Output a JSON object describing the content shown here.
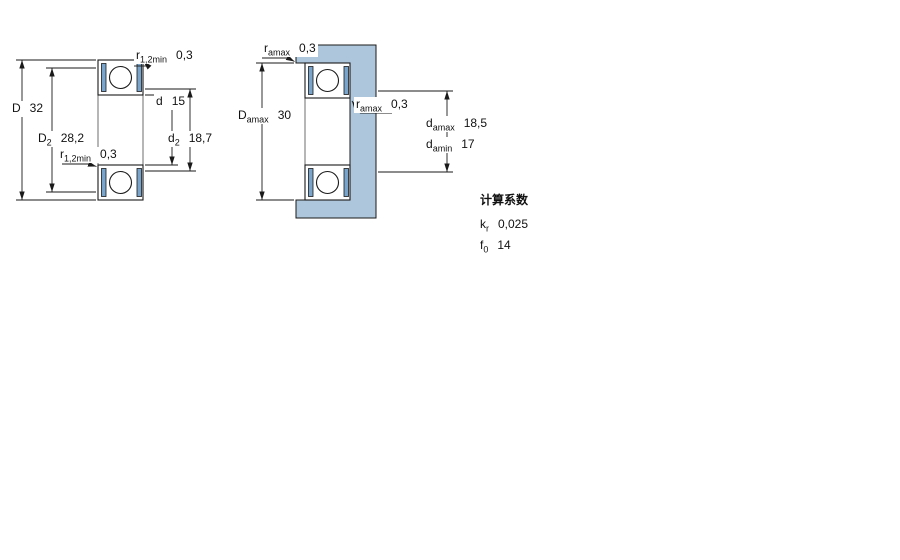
{
  "drawing": {
    "left_view": {
      "r_top": {
        "base": "r",
        "sub": "1,2min",
        "value": "0,3"
      },
      "D": {
        "base": "D",
        "sub": "",
        "value": "32"
      },
      "D2": {
        "base": "D",
        "sub": "2",
        "value": "28,2"
      },
      "r_bottom": {
        "base": "r",
        "sub": "1,2min",
        "value": "0,3"
      },
      "d": {
        "base": "d",
        "sub": "",
        "value": "15"
      },
      "d2": {
        "base": "d",
        "sub": "2",
        "value": "18,7"
      }
    },
    "right_view": {
      "ra_housing": {
        "base": "r",
        "sub": "amax",
        "value": "0,3"
      },
      "Da": {
        "base": "D",
        "sub": "amax",
        "value": "30"
      },
      "ra_shaft": {
        "base": "r",
        "sub": "amax",
        "value": "0,3"
      },
      "da_max": {
        "base": "d",
        "sub": "amax",
        "value": "18,5"
      },
      "da_min": {
        "base": "d",
        "sub": "amin",
        "value": "17"
      }
    },
    "factors": {
      "heading": "计算系数",
      "kr": {
        "base": "k",
        "sub": "r",
        "value": "0,025"
      },
      "f0": {
        "base": "f",
        "sub": "0",
        "value": "14"
      }
    },
    "colors": {
      "seal": "#79a5cc",
      "abutment": "#aec6db",
      "line": "#1a1a1a"
    }
  }
}
